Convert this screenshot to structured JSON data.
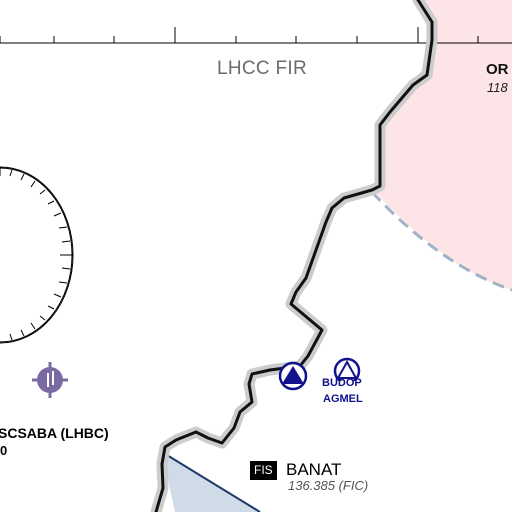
{
  "map": {
    "fir_label": "LHCC FIR",
    "neighbor_fir_label": "OR",
    "neighbor_frequency": "118",
    "airport_label": "SCSABA (LHBC)",
    "airport_sublabel": "0",
    "waypoints": [
      {
        "name": "BUDOP",
        "icon": "compulsory-reporting-point-icon"
      },
      {
        "name": "AGMEL",
        "icon": "reporting-point-icon"
      }
    ],
    "fis": {
      "badge": "FIS",
      "name": "BANAT",
      "frequency": "136.385 (FIC)"
    },
    "colors": {
      "border_line": "#111111",
      "border_halo": "#c8c8c8",
      "restricted_area_fill": "#fde4e6",
      "restricted_area_edge": "#9fb3c8",
      "airport_symbol": "#7a6aa3",
      "waypoint": "#12128c",
      "airspace_fill": "#cfdbe6",
      "airspace_edge": "#1f3a66"
    }
  }
}
